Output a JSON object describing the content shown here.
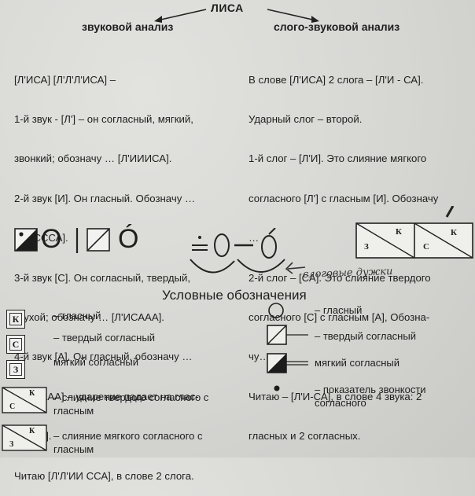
{
  "title": "ЛИСА",
  "left_heading": "звуковой анализ",
  "right_heading": "слого-звуковой анализ",
  "left_lines": [
    "[Л'ИСА] [Л'Л'Л'ИСА] –",
    "1-й звук - [Л'] – он согласный, мягкий,",
    "звонкий; обозначу … [Л'ИИИСА].",
    "2-й звук [И]. Он гласный. Обозначу …",
    "[Л'ИСССА].",
    "3-й звук [С]. Он согласный, твердый,",
    "глухой; обозначу … [Л'ИСААА].",
    "4-й звук [А]. Он гласный, обозначу …",
    "[Л'ИСААА] – ударение падает на глас-",
    "ный [А].",
    "Читаю [Л'Л'ИИ ССА], в слове 2 слога."
  ],
  "right_lines": [
    "В слове [Л'ИСА] 2 слога – [Л'И - СА].",
    "Ударный слог – второй.",
    "1-й слог – [Л'И]. Это слияние мягкого",
    "согласного [Л'] с гласным [И]. Обозначу",
    "…",
    "2-й слог – [СА]. Это слияние твердого",
    "согласного [С] с гласным [А], Обозна-",
    "чу…",
    "Читаю – [Л'И-СА], в слове 4 звука: 2",
    "гласных и 2 согласных."
  ],
  "scheme": {
    "vowel_o": "О",
    "vowel_o_stressed": "Ó",
    "box_letter_k": "К",
    "box_letter_z": "З",
    "box_letter_s": "С",
    "handwritten_note": "слоговые дужки"
  },
  "legend_title": "Условные обозначения",
  "legend_left": [
    {
      "symbol": "К",
      "label": "– гласный"
    },
    {
      "symbol": "С",
      "label": "– твердый согласный"
    },
    {
      "symbol": "З",
      "label": "мягкий согласный"
    },
    {
      "symbol_top": "К",
      "symbol_bottom": "С",
      "label": "– слияние твердого согласного с\nгласным"
    },
    {
      "symbol_top": "К",
      "symbol_bottom": "З",
      "label": "– слияние мягкого согласного с\nгласным"
    }
  ],
  "legend_right": [
    {
      "label": "– гласный"
    },
    {
      "label": "– твердый согласный"
    },
    {
      "label": "мягкий согласный"
    },
    {
      "label": "– показатель звонкости\nсогласного"
    }
  ]
}
